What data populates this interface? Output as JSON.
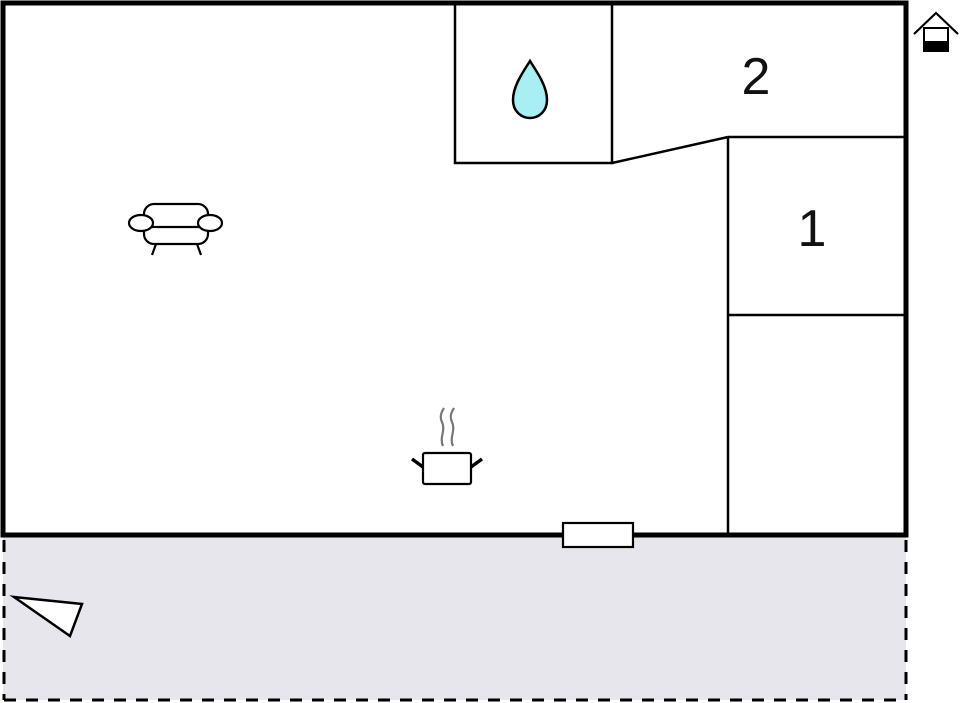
{
  "floorplan": {
    "rooms": [
      {
        "id": "bedroom-2",
        "label": "2"
      },
      {
        "id": "bedroom-1",
        "label": "1"
      }
    ],
    "icons": {
      "level": "house-level-icon",
      "bathroom": "water-drop-icon",
      "living": "sofa-icon",
      "kitchen": "cooking-pot-icon",
      "door": "door-icon",
      "compass": "north-arrow-icon"
    },
    "colors": {
      "wall": "#000000",
      "terrace_fill": "#e6e6ec",
      "water_drop": "#a8eef2",
      "steam": "#777777"
    }
  }
}
